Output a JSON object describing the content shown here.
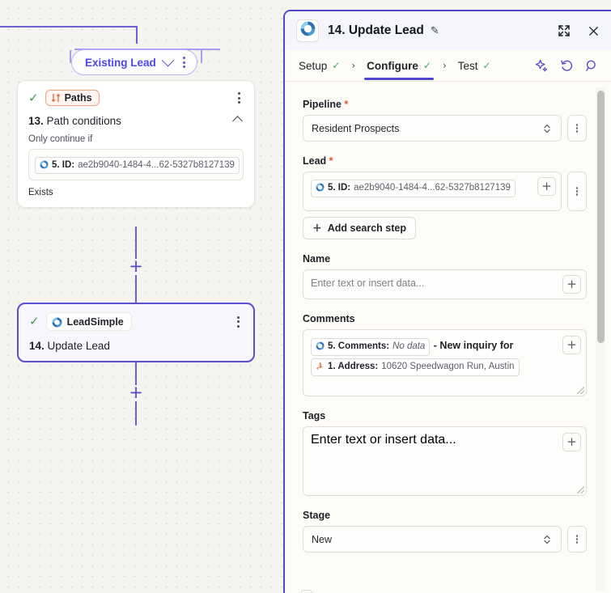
{
  "canvas": {
    "pill": {
      "label": "Existing Lead",
      "chevron_icon": "chevron-down-icon",
      "menu_icon": "kebab-menu-icon"
    },
    "path_card": {
      "status_icon": "check-icon",
      "badge_label": "Paths",
      "badge_icon": "paths-branch-icon",
      "menu_icon": "kebab-menu-icon",
      "step_number": "13.",
      "title": "Path conditions",
      "collapse_icon": "chevron-up-icon",
      "sub_label": "Only continue if",
      "token_prefix": "5. ID:",
      "token_value": "ae2b9040-1484-4...62-5327b8127139",
      "token_icon": "leadsimple-ring-icon",
      "condition": "Exists"
    },
    "leadsimple_card": {
      "status_icon": "check-icon",
      "badge_label": "LeadSimple",
      "badge_icon": "leadsimple-ring-icon",
      "menu_icon": "kebab-menu-icon",
      "step_number": "14.",
      "title": "Update Lead"
    },
    "add_step_icon": "plus-icon"
  },
  "panel": {
    "header": {
      "app_icon": "leadsimple-ring-icon",
      "title": "14. Update Lead",
      "edit_icon": "pencil-icon",
      "expand_icon": "expand-fullscreen-icon",
      "close_icon": "close-x-icon"
    },
    "tabs": [
      {
        "label": "Setup",
        "status_icon": "check-icon",
        "active": false
      },
      {
        "label": "Configure",
        "status_icon": "check-icon",
        "active": true
      },
      {
        "label": "Test",
        "status_icon": "check-icon",
        "active": false
      }
    ],
    "tab_separator": "›",
    "tab_actions": [
      {
        "name": "ai-sparkles-icon"
      },
      {
        "name": "undo-history-icon"
      },
      {
        "name": "search-zoom-icon"
      }
    ],
    "fields": {
      "pipeline": {
        "label": "Pipeline",
        "required": true,
        "value": "Resident Prospects",
        "stepper_icon": "updown-chevrons-icon",
        "menu_icon": "kebab-menu-icon"
      },
      "lead": {
        "label": "Lead",
        "required": true,
        "token_prefix": "5. ID:",
        "token_value": "ae2b9040-1484-4...62-5327b8127139",
        "token_icon": "leadsimple-ring-icon",
        "insert_icon": "plus-icon",
        "menu_icon": "kebab-menu-icon",
        "add_search_step_label": "Add search step",
        "add_search_step_icon": "plus-icon"
      },
      "name": {
        "label": "Name",
        "value": "",
        "placeholder": "Enter text or insert data...",
        "insert_icon": "plus-icon"
      },
      "comments": {
        "label": "Comments",
        "token1_prefix": "5. Comments:",
        "token1_value": "No data",
        "token1_icon": "leadsimple-ring-icon",
        "middle_text": "- New inquiry for",
        "token2_prefix": "1. Address:",
        "token2_value": "10620 Speedwagon Run, Austin",
        "token2_icon": "pdf-doc-icon",
        "insert_icon": "plus-icon",
        "resize_icon": "resize-grip-icon"
      },
      "tags": {
        "label": "Tags",
        "value": "",
        "placeholder": "Enter text or insert data...",
        "insert_icon": "plus-icon",
        "resize_icon": "resize-grip-icon"
      },
      "stage": {
        "label": "Stage",
        "value": "New",
        "stepper_icon": "updown-chevrons-icon",
        "menu_icon": "kebab-menu-icon"
      }
    },
    "scrollbar_icon": "vertical-scrollbar"
  },
  "colors": {
    "accent": "#4f46c9",
    "accent_light": "#a79df0",
    "success": "#3f9b54",
    "required": "#e0562c",
    "paths_border": "#f0a07a",
    "canvas_bg": "#f5f4f0",
    "panel_bg": "#fdfcf7"
  }
}
